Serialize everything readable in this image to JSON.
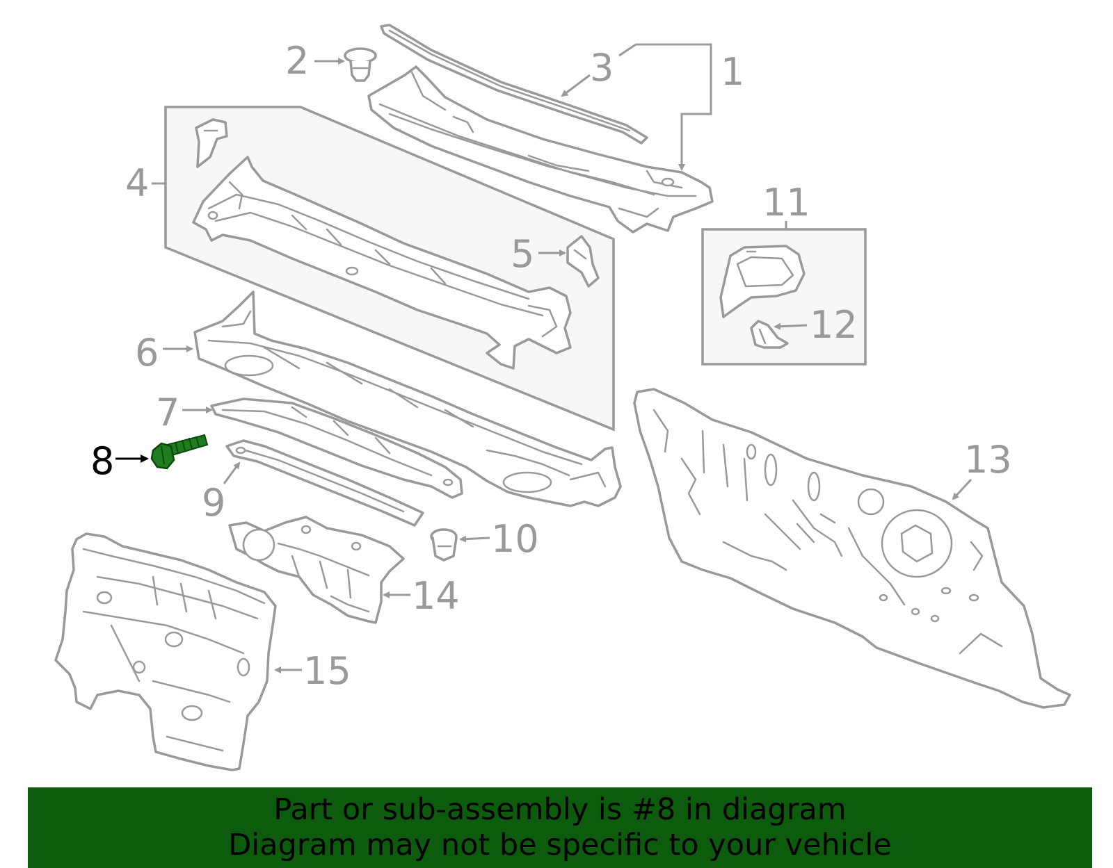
{
  "diagram": {
    "highlight_color": "#1e7d1e",
    "part_stroke_color": "#999999",
    "callouts": {
      "c1": "1",
      "c2": "2",
      "c3": "3",
      "c4": "4",
      "c5": "5",
      "c6": "6",
      "c7": "7",
      "c8": "8",
      "c9": "9",
      "c10": "10",
      "c11": "11",
      "c12": "12",
      "c13": "13",
      "c14": "14",
      "c15": "15"
    },
    "highlighted_part": "8"
  },
  "banner": {
    "background": "#0d5c0d",
    "line1": "Part or sub-assembly is #8 in diagram",
    "line2": "Diagram may not be specific to your vehicle"
  }
}
